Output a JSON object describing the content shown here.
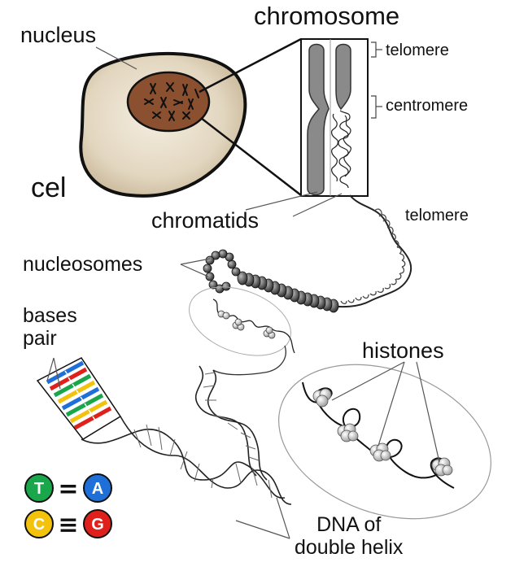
{
  "labels": {
    "nucleus": "nucleus",
    "cell": "cel",
    "chromosome": "chromosome",
    "telomere_top": "telomere",
    "centromere": "centromere",
    "telomere_mid": "telomere",
    "chromatids": "chromatids",
    "nucleosomes": "nucleosomes",
    "bases_line1": "bases",
    "bases_line2": "pair",
    "histones": "histones",
    "dna_line1": "DNA of",
    "dna_line2": "double helix"
  },
  "base_pairs": [
    {
      "left": "T",
      "symbol": "=",
      "right": "A",
      "left_color": "#1aa64a",
      "right_color": "#1e6fd8"
    },
    {
      "left": "C",
      "symbol": "≡",
      "right": "G",
      "left_color": "#f2c20c",
      "right_color": "#e0201b"
    }
  ],
  "colors": {
    "cell_fill": "#ddd0b6",
    "nucleus_fill": "#8a5030",
    "chromosome_fill": "#8a8a8a",
    "outline": "#111111"
  }
}
